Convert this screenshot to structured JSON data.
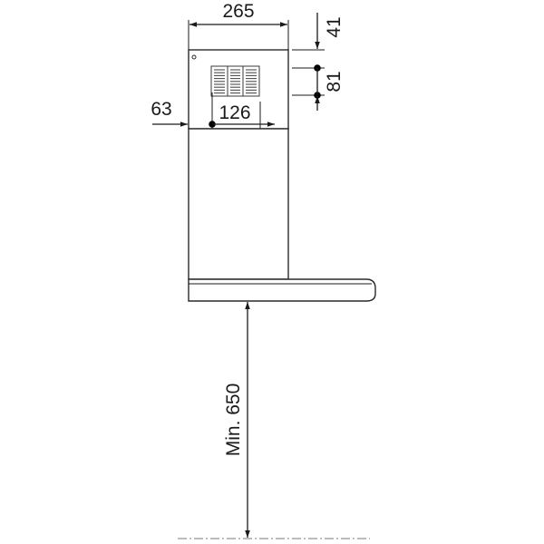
{
  "dimensions": {
    "top_width": "265",
    "top_offset": "41",
    "side_height": "81",
    "left_offset": "63",
    "inner_width": "126",
    "min_height": "Min. 650"
  }
}
